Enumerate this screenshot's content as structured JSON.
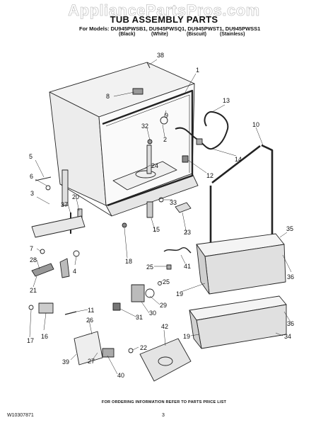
{
  "watermark": "AppliancePartsPros.com",
  "header": {
    "title": "TUB ASSEMBLY PARTS",
    "models": "For Models: DU945PWSB1, DU945PWSQ1, DU945PWST1, DU945PWSS1",
    "colors": [
      "(Black)",
      "(White)",
      "(Biscuit)",
      "(Stainless)"
    ]
  },
  "callouts": [
    "38",
    "1",
    "8",
    "13",
    "9",
    "10",
    "32",
    "2",
    "14",
    "5",
    "24",
    "12",
    "6",
    "3",
    "33",
    "20",
    "37",
    "23",
    "15",
    "35",
    "7",
    "4",
    "18",
    "25",
    "41",
    "28",
    "36",
    "21",
    "25",
    "19",
    "11",
    "29",
    "16",
    "30",
    "26",
    "31",
    "36",
    "17",
    "42",
    "19",
    "34",
    "22",
    "39",
    "27",
    "40"
  ],
  "footer": {
    "note": "FOR ORDERING INFORMATION REFER TO PARTS PRICE LIST",
    "doc_id": "W10307871",
    "page_number": "3"
  }
}
